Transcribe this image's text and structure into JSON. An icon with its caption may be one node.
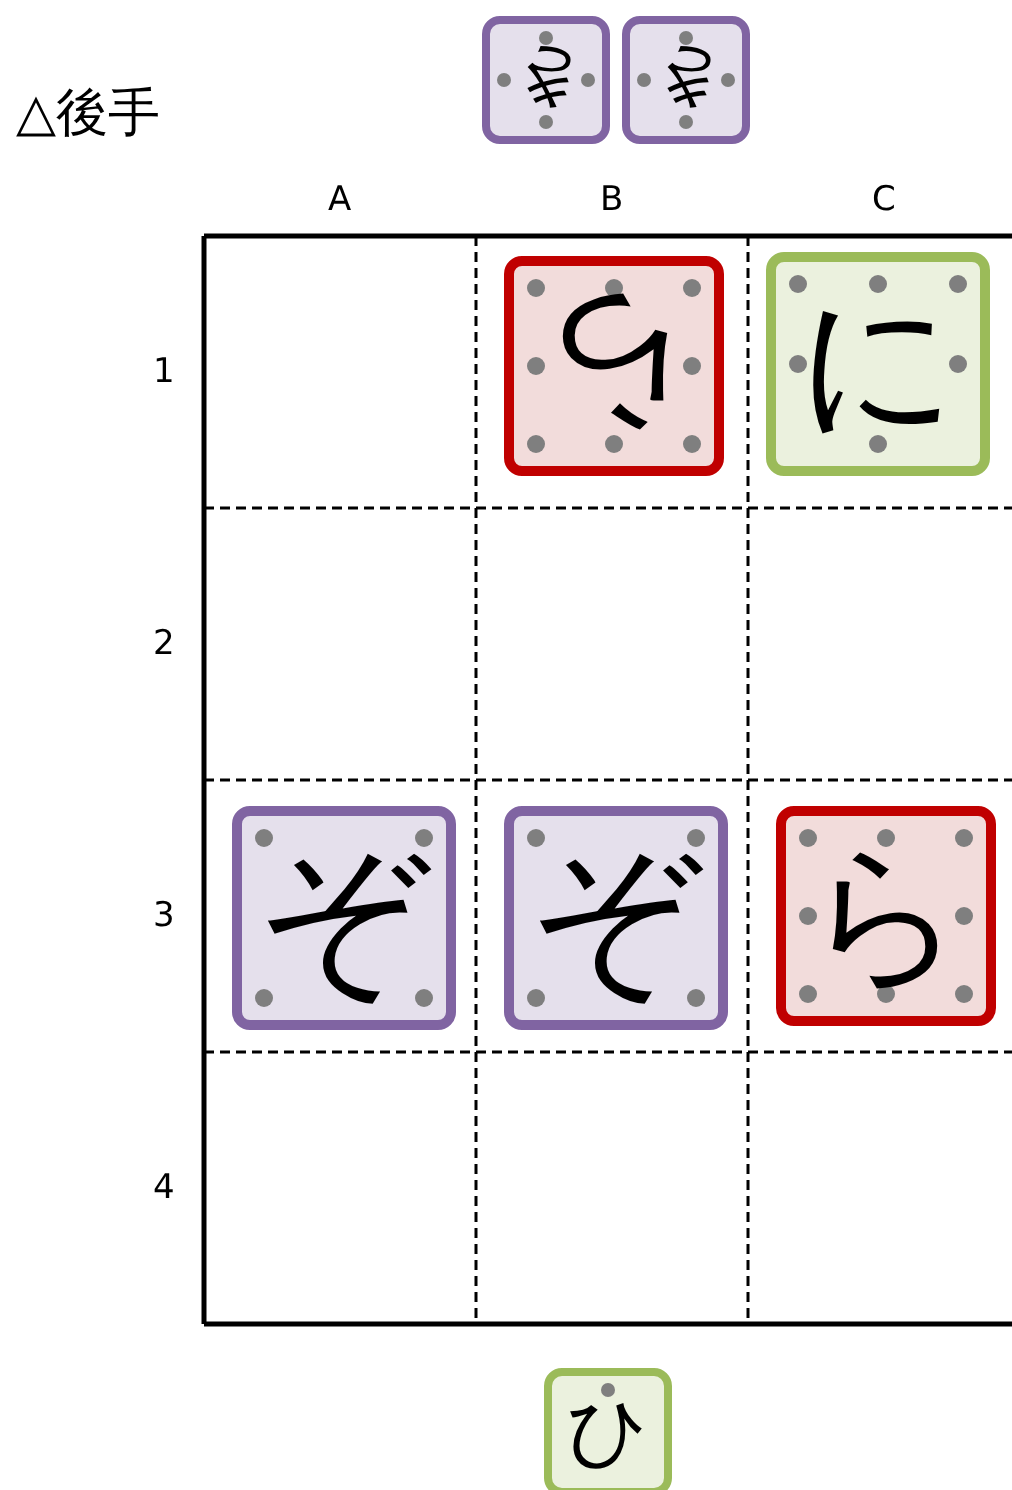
{
  "diagram": {
    "nodes": [
      {
        "text": [
          "き"
        ]
      },
      {
        "text": [
          "き"
        ]
      },
      {
        "text": [
          "ら"
        ]
      },
      {
        "text": [
          "に"
        ]
      },
      {
        "text": [
          "ぞ"
        ]
      },
      {
        "text": [
          "ぞ"
        ]
      },
      {
        "text": [
          "ら"
        ]
      },
      {
        "text": [
          "ひ"
        ]
      }
    ],
    "labels": [
      "△後手",
      "A",
      "B",
      "C",
      "1",
      "2",
      "3",
      "4"
    ]
  }
}
